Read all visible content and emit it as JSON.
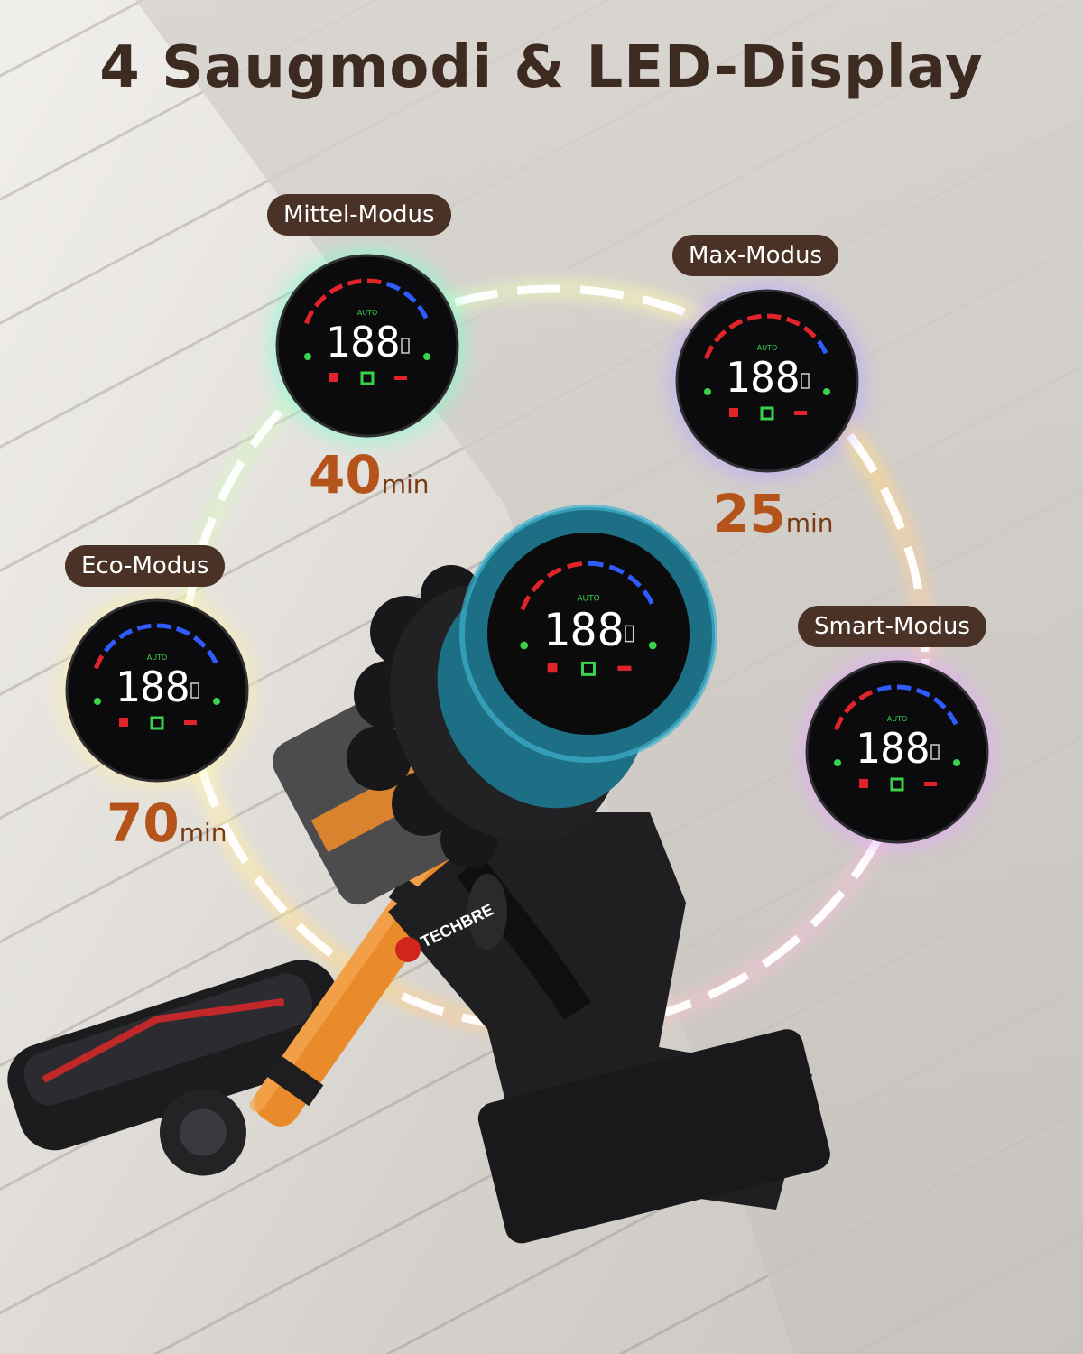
{
  "title": "4 Saugmodi & LED-Display",
  "modes": [
    {
      "label": "Mittel-Modus",
      "runtime": "40",
      "unit": "min"
    },
    {
      "label": "Max-Modus",
      "runtime": "25",
      "unit": "min"
    },
    {
      "label": "Eco-Modus",
      "runtime": "70",
      "unit": "min"
    },
    {
      "label": "Smart-Modus",
      "runtime": "",
      "unit": ""
    }
  ],
  "display": {
    "mode_text": "AUTO",
    "digits": "188"
  },
  "brand": "TECHBRE",
  "colors": {
    "title": "#3d2a20",
    "pill_bg": "#4a3226",
    "runtime": "#b4541a",
    "accent_blue": "#1d6f86",
    "accent_orange": "#e98a2b"
  }
}
